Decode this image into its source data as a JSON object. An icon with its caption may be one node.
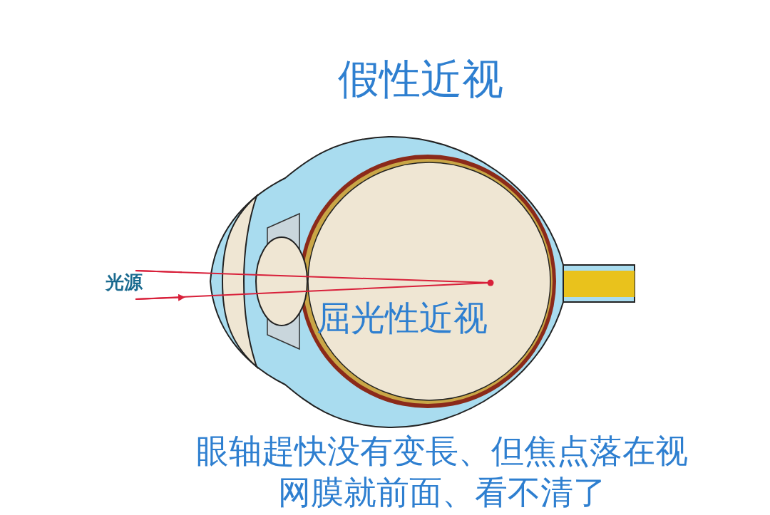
{
  "diagram": {
    "title": "假性近视",
    "labels": [
      "光源",
      "屈光性近视"
    ],
    "caption": "眼轴趕快没有变長、但焦点落在视网膜就前面、看不清了"
  }
}
